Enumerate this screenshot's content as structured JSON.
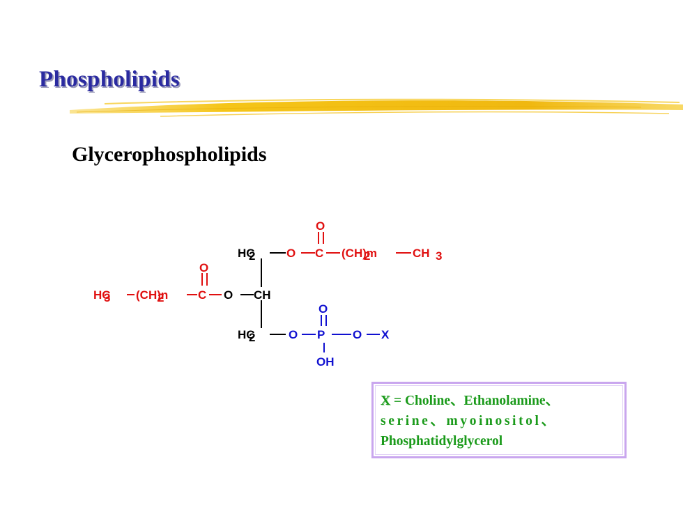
{
  "slide": {
    "title": "Phospholipids",
    "subtitle": "Glycerophospholipids"
  },
  "structure": {
    "glycerol": {
      "top_h2c": "H2C",
      "middle_ch": "CH",
      "bottom_h2c": "H2C"
    },
    "upper_ester": {
      "o": "O",
      "carbonyl_c": "C",
      "carbonyl_o": "O",
      "chain": "(CH2)m",
      "terminal": "CH3"
    },
    "lower_ester": {
      "terminal": "H3C",
      "chain": "(CH2)n",
      "carbonyl_c": "C",
      "carbonyl_o": "O",
      "o": "O"
    },
    "phosphate": {
      "o_left": "O",
      "p": "P",
      "o_top": "O",
      "o_right": "O",
      "x": "X",
      "oh": "OH"
    }
  },
  "legend": {
    "variable": "X",
    "line1_rest": " = Choline、Ethanolamine、",
    "line2": "serine、myoinositol、",
    "line3": "Phosphatidylglycerol"
  },
  "colors": {
    "title": "#2a2aa0",
    "ester": "#e01010",
    "phosphate": "#1010d0",
    "backbone": "#000000",
    "legend_text": "#1a9a1a",
    "legend_border": "#c9a6ee",
    "brush_stroke": "#f5c518"
  }
}
